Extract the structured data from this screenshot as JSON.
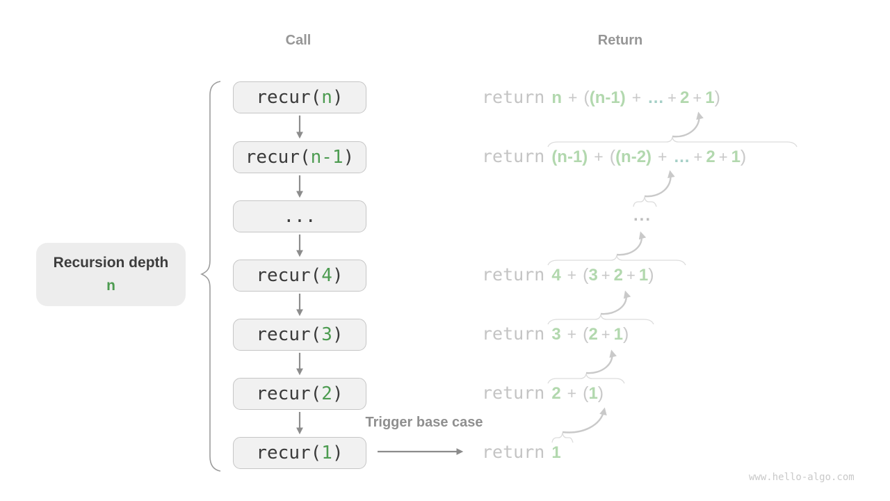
{
  "headers": {
    "call": "Call",
    "return": "Return"
  },
  "labels": {
    "trigger": "Trigger base case",
    "depth_line1": "Recursion depth",
    "depth_line2": "n"
  },
  "watermark": "www.hello-algo.com",
  "call_stack": {
    "rows": [
      {
        "tokens": [
          {
            "t": "recur(",
            "c": "code"
          },
          {
            "t": "n",
            "c": "garg"
          },
          {
            "t": ")",
            "c": "code"
          }
        ]
      },
      {
        "tokens": [
          {
            "t": "recur(",
            "c": "code"
          },
          {
            "t": "n-1",
            "c": "garg"
          },
          {
            "t": ")",
            "c": "code"
          }
        ]
      },
      {
        "tokens": [
          {
            "t": "...",
            "c": "code"
          }
        ]
      },
      {
        "tokens": [
          {
            "t": "recur(",
            "c": "code"
          },
          {
            "t": "4",
            "c": "garg"
          },
          {
            "t": ")",
            "c": "code"
          }
        ]
      },
      {
        "tokens": [
          {
            "t": "recur(",
            "c": "code"
          },
          {
            "t": "3",
            "c": "garg"
          },
          {
            "t": ")",
            "c": "code"
          }
        ]
      },
      {
        "tokens": [
          {
            "t": "recur(",
            "c": "code"
          },
          {
            "t": "2",
            "c": "garg"
          },
          {
            "t": ")",
            "c": "code"
          }
        ]
      },
      {
        "tokens": [
          {
            "t": "recur(",
            "c": "code"
          },
          {
            "t": "1",
            "c": "garg"
          },
          {
            "t": ")",
            "c": "code"
          }
        ]
      }
    ]
  },
  "return_stack": {
    "rows": [
      {
        "tokens": [
          {
            "t": "return",
            "c": "kw"
          },
          {
            "t": "n",
            "c": "num"
          },
          {
            "t": "+",
            "c": "op"
          },
          {
            "t": "(",
            "c": "par"
          },
          {
            "t": "(n-1)",
            "c": "num"
          },
          {
            "t": "+",
            "c": "op"
          },
          {
            "t": "…",
            "c": "ell"
          },
          {
            "t": "+",
            "c": "opn"
          },
          {
            "t": "2",
            "c": "num"
          },
          {
            "t": "+",
            "c": "opn"
          },
          {
            "t": "1",
            "c": "num"
          },
          {
            "t": ")",
            "c": "par"
          }
        ]
      },
      {
        "tokens": [
          {
            "t": "return",
            "c": "kw"
          },
          {
            "t": "(n-1)",
            "c": "num"
          },
          {
            "t": "+",
            "c": "op"
          },
          {
            "t": "(",
            "c": "par"
          },
          {
            "t": "(n-2)",
            "c": "num"
          },
          {
            "t": "+",
            "c": "op"
          },
          {
            "t": "…",
            "c": "ell"
          },
          {
            "t": "+",
            "c": "opn"
          },
          {
            "t": "2",
            "c": "num"
          },
          {
            "t": "+",
            "c": "opn"
          },
          {
            "t": "1",
            "c": "num"
          },
          {
            "t": ")",
            "c": "par"
          }
        ]
      },
      {
        "tokens": [
          {
            "t": "...",
            "c": "dots"
          }
        ]
      },
      {
        "tokens": [
          {
            "t": "return",
            "c": "kw"
          },
          {
            "t": "4",
            "c": "num"
          },
          {
            "t": "+",
            "c": "op"
          },
          {
            "t": "(",
            "c": "par"
          },
          {
            "t": "3",
            "c": "num"
          },
          {
            "t": "+",
            "c": "opn"
          },
          {
            "t": "2",
            "c": "num"
          },
          {
            "t": "+",
            "c": "opn"
          },
          {
            "t": "1",
            "c": "num"
          },
          {
            "t": ")",
            "c": "par"
          }
        ]
      },
      {
        "tokens": [
          {
            "t": "return",
            "c": "kw"
          },
          {
            "t": "3",
            "c": "num"
          },
          {
            "t": "+",
            "c": "op"
          },
          {
            "t": "(",
            "c": "par"
          },
          {
            "t": "2",
            "c": "num"
          },
          {
            "t": "+",
            "c": "opn"
          },
          {
            "t": "1",
            "c": "num"
          },
          {
            "t": ")",
            "c": "par"
          }
        ]
      },
      {
        "tokens": [
          {
            "t": "return",
            "c": "kw"
          },
          {
            "t": "2",
            "c": "num"
          },
          {
            "t": "+",
            "c": "op"
          },
          {
            "t": "(",
            "c": "par"
          },
          {
            "t": "1",
            "c": "num"
          },
          {
            "t": ")",
            "c": "par"
          }
        ]
      },
      {
        "tokens": [
          {
            "t": "return",
            "c": "kw"
          },
          {
            "t": "1",
            "c": "num"
          }
        ]
      }
    ]
  },
  "colors": {
    "green": "#4c9b50",
    "lightgreen": "#b2d8ae",
    "teal": "#a4cfc6",
    "codegray": "#3a3a3a",
    "kwgray": "#c4c4c4",
    "boxbg": "#f1f1f1",
    "boxborder": "#c5c5c5",
    "headergray": "#969696",
    "darkarrow": "#8c8c8c",
    "lightarrow": "#c9c9c9",
    "bracelight": "#dcdcdc",
    "bracedark": "#9c9c9c",
    "depthbg": "#ededed"
  }
}
